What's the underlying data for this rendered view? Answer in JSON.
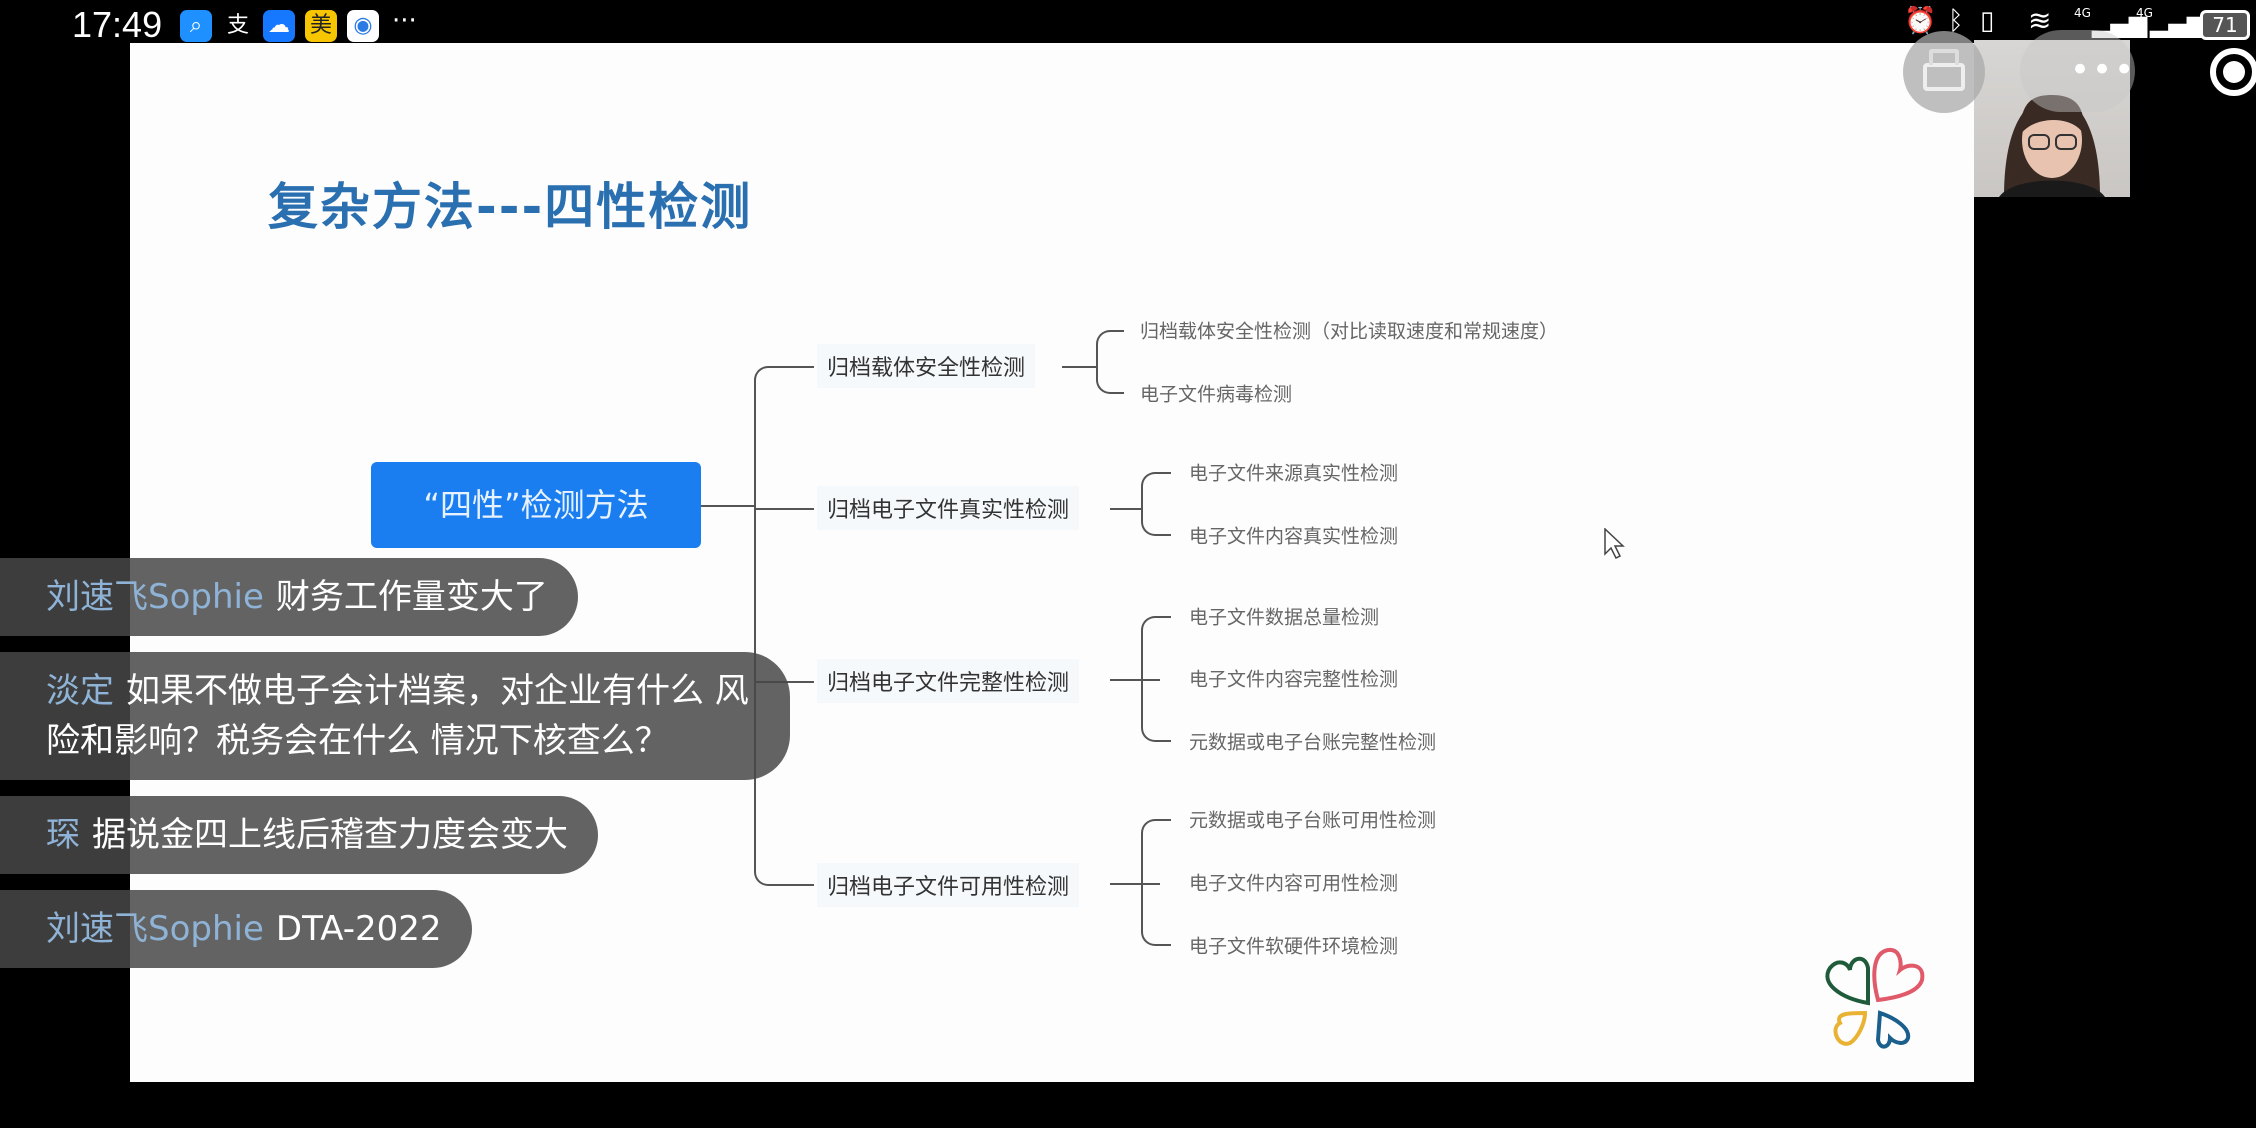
{
  "status_bar": {
    "time": "17:49",
    "app_icons": [
      "search-app-icon",
      "alipay-icon",
      "weather-icon",
      "meituan-icon",
      "browser-icon"
    ],
    "meituan_label": "美",
    "alipay_label": "支",
    "more": "···",
    "network_1": "4G",
    "network_2": "4G",
    "battery": "71"
  },
  "slide": {
    "title": "复杂方法---四性检测",
    "center_node": "“四性”检测方法",
    "branches": [
      {
        "label": "归档载体安全性检测",
        "children": [
          "归档载体安全性检测（对比读取速度和常规速度）",
          "电子文件病毒检测"
        ]
      },
      {
        "label": "归档电子文件真实性检测",
        "children": [
          "电子文件来源真实性检测",
          "电子文件内容真实性检测"
        ]
      },
      {
        "label": "归档电子文件完整性检测",
        "children": [
          "电子文件数据总量检测",
          "电子文件内容完整性检测",
          "元数据或电子台账完整性检测"
        ]
      },
      {
        "label": "归档电子文件可用性检测",
        "children": [
          "元数据或电子台账可用性检测",
          "电子文件内容可用性检测",
          "电子文件软硬件环境检测"
        ]
      }
    ],
    "logo_colors": [
      "#1f5b3a",
      "#e05a6a",
      "#e9b233",
      "#1b5f8c"
    ]
  },
  "chat": [
    {
      "name": "刘速飞Sophie",
      "text": "财务工作量变大了"
    },
    {
      "name": "淡定",
      "text": "如果不做电子会计档案，对企业有什么 风险和影响？税务会在什么 情况下核查么？"
    },
    {
      "name": "琛",
      "text": "据说金四上线后稽查力度会变大"
    },
    {
      "name": "刘速飞Sophie",
      "text": "DTA-2022"
    }
  ],
  "colors": {
    "title": "#2a6fb0",
    "center_node": "#1a7ef0"
  }
}
